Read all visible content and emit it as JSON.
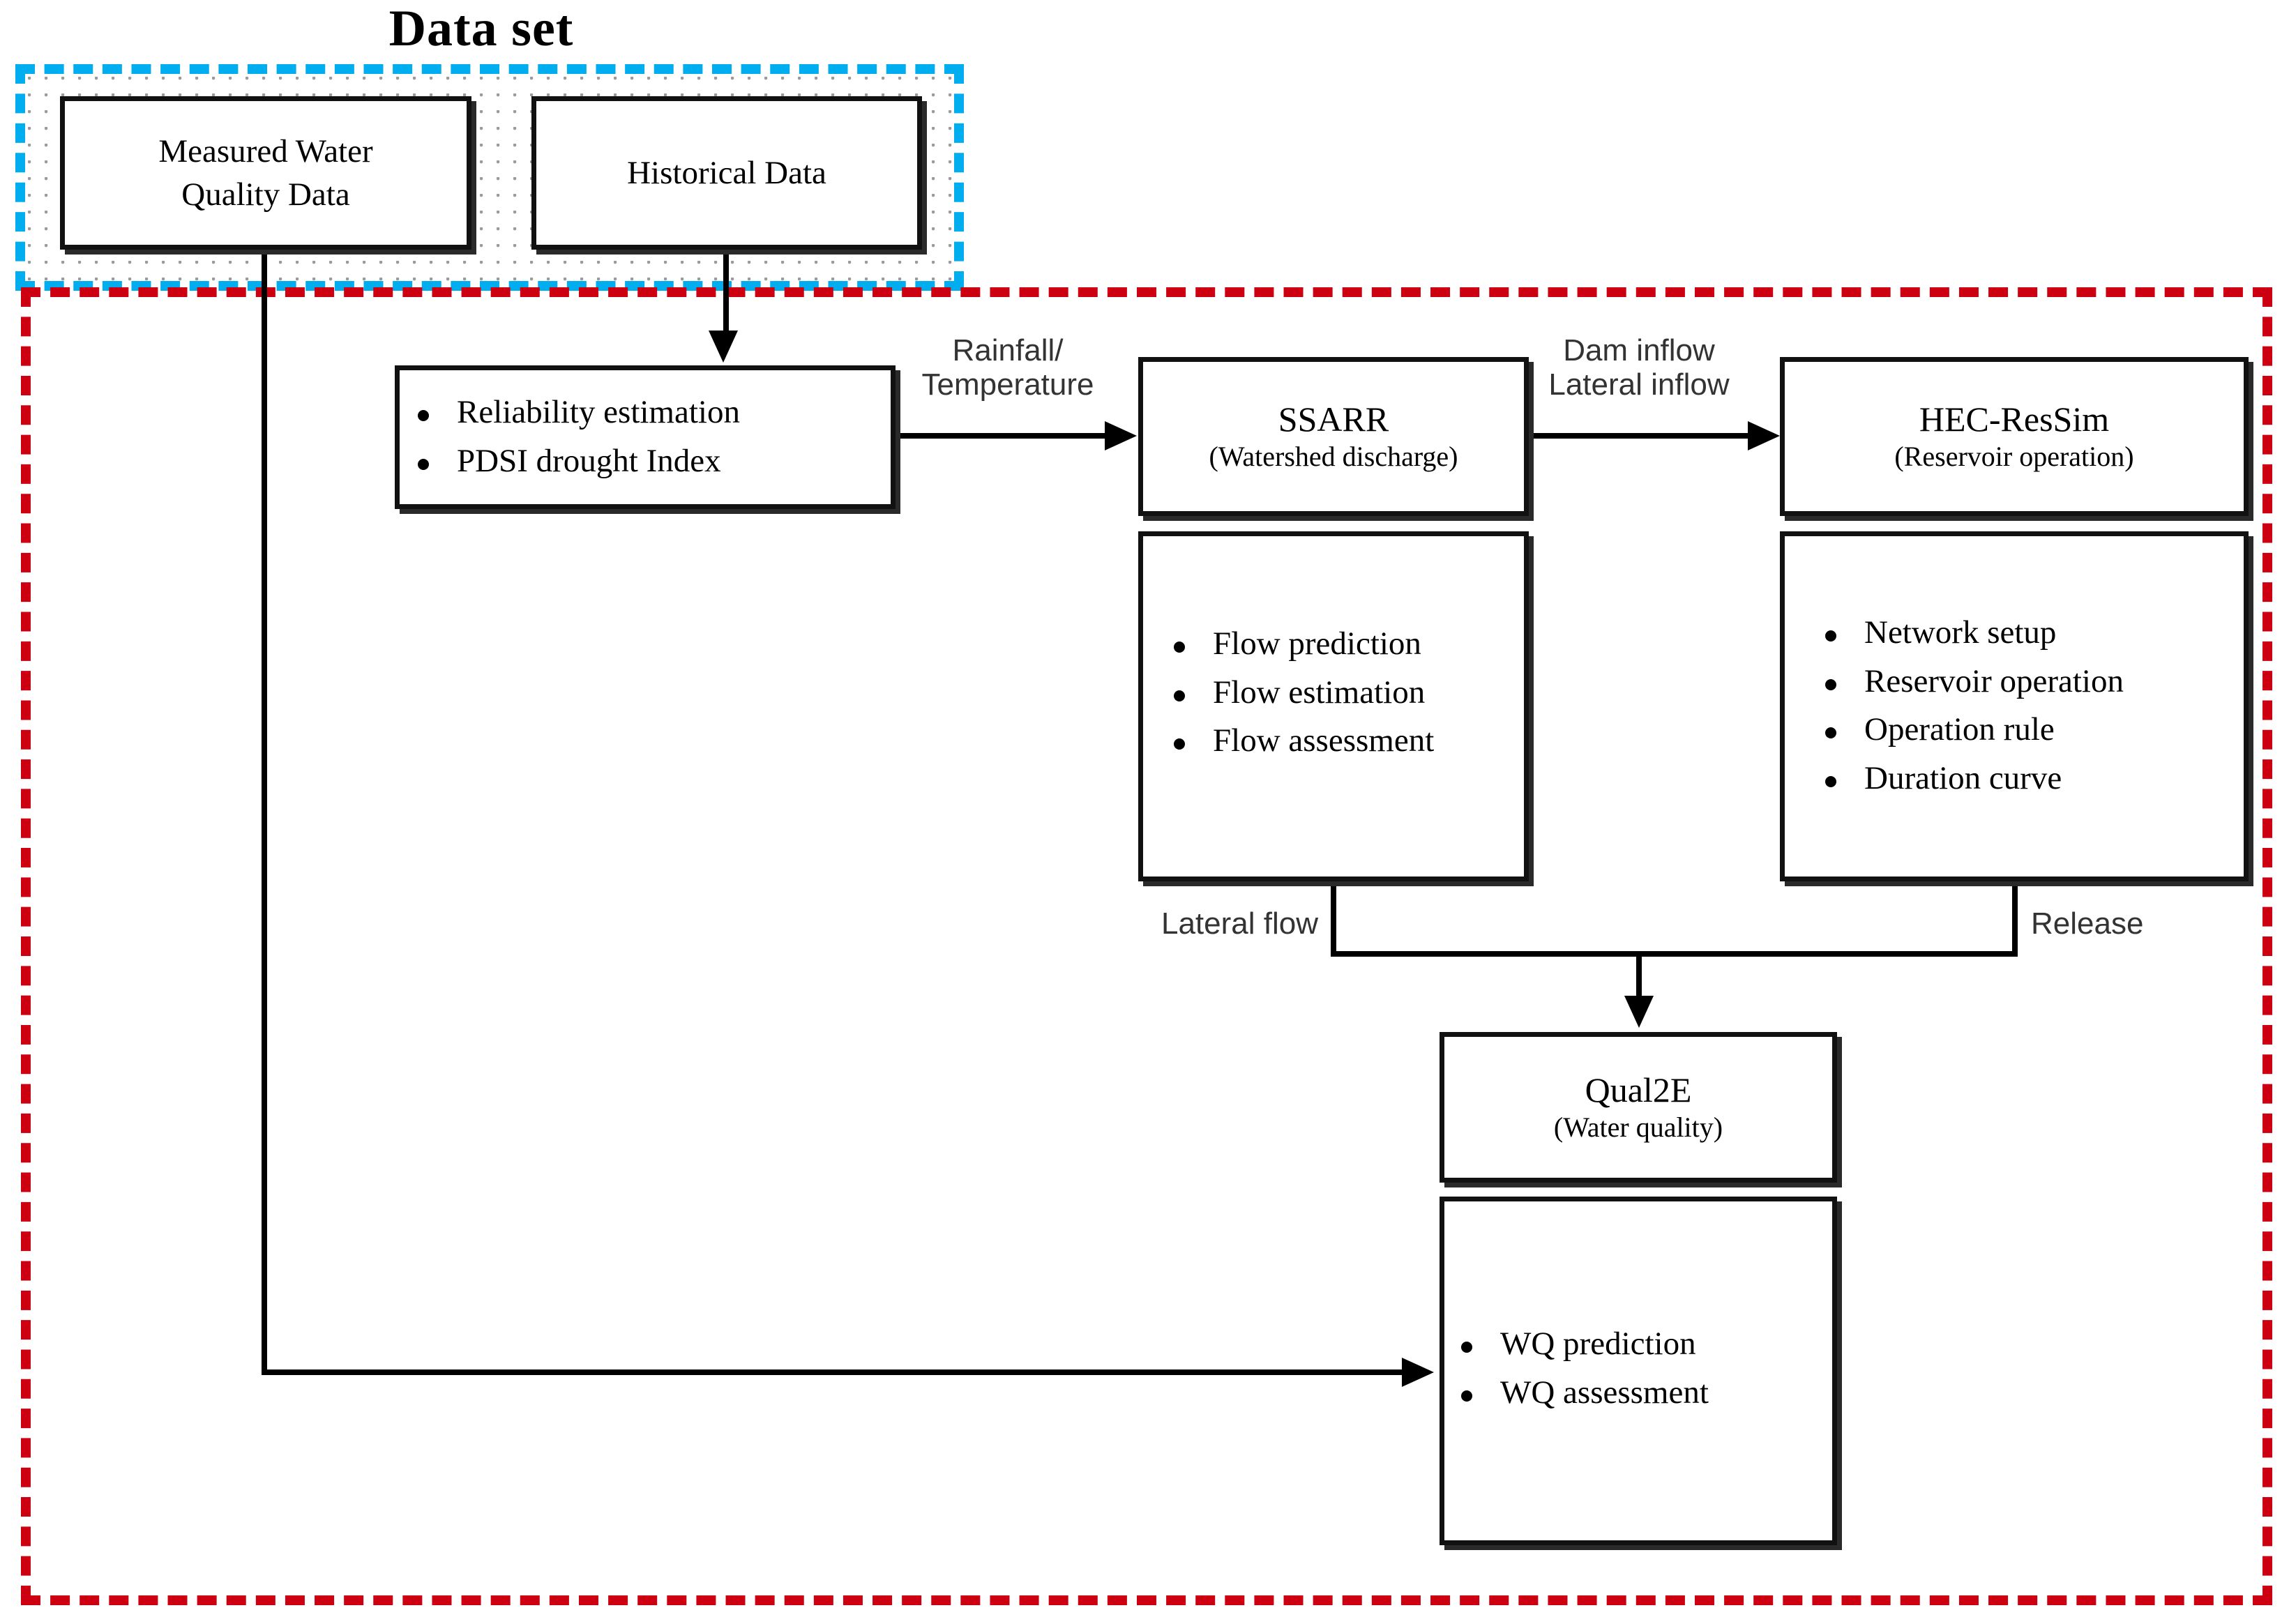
{
  "diagram": {
    "title": "Data set",
    "groups": {
      "dataset": {
        "label": "Data set",
        "border_color": "#00aeef",
        "style": "dashed"
      },
      "framework": {
        "border_color": "#cc0010",
        "style": "dashed"
      }
    },
    "boxes": {
      "measured_water_quality": {
        "line1": "Measured Water",
        "line2": "Quality Data"
      },
      "historical_data": {
        "line1": "Historical Data"
      },
      "indices": {
        "bullets": [
          "Reliability estimation",
          "PDSI drought Index"
        ]
      },
      "ssarr": {
        "title": "SSARR",
        "subtitle": "(Watershed discharge)",
        "bullets": [
          "Flow prediction",
          "Flow estimation",
          "Flow assessment"
        ]
      },
      "hec_ressim": {
        "title": "HEC-ResSim",
        "subtitle": "(Reservoir operation)",
        "bullets": [
          "Network setup",
          "Reservoir operation",
          "Operation rule",
          "Duration curve"
        ]
      },
      "qual2e": {
        "title": "Qual2E",
        "subtitle": "(Water quality)",
        "bullets": [
          "WQ prediction",
          "WQ assessment"
        ]
      }
    },
    "edge_labels": {
      "rainfall_temperature": "Rainfall/\nTemperature",
      "dam_lateral_inflow": "Dam inflow\nLateral inflow",
      "lateral_flow": "Lateral flow",
      "release": "Release"
    }
  }
}
